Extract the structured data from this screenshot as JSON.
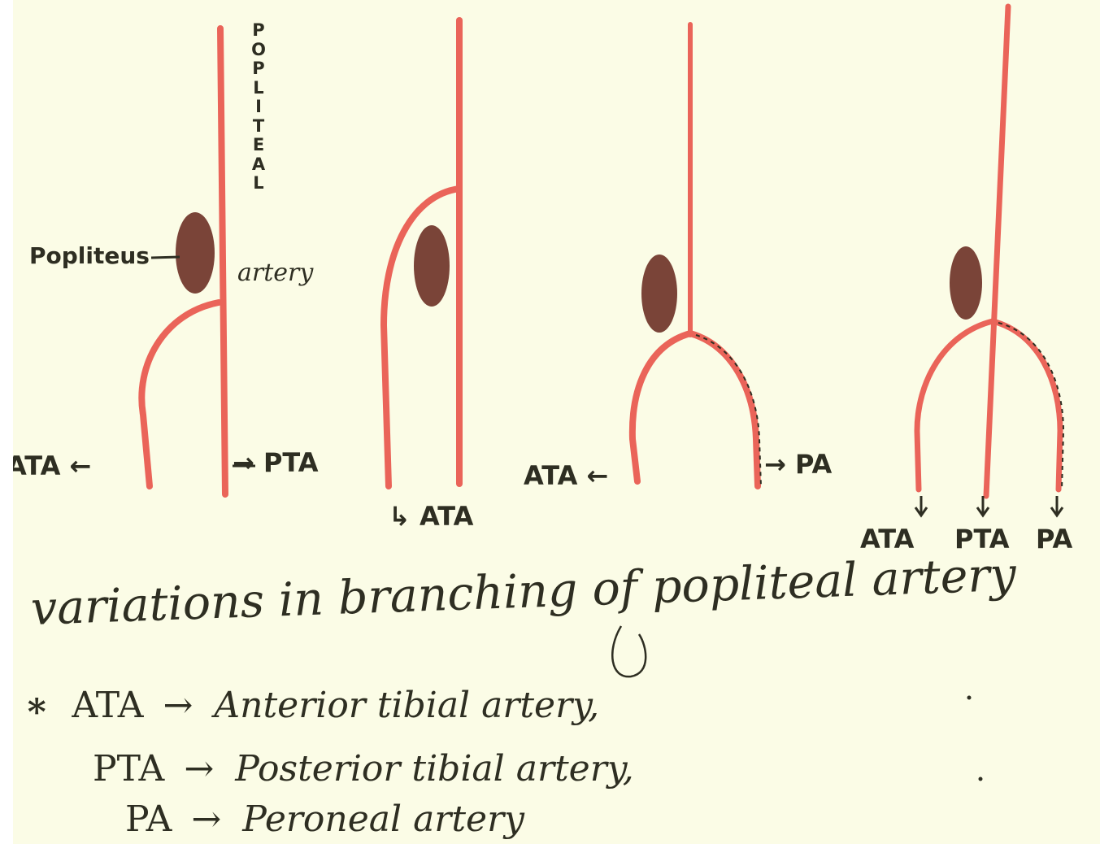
{
  "labels": {
    "popliteal_vertical": [
      "P",
      "O",
      "P",
      "L",
      "I",
      "T",
      "E",
      "A",
      "L"
    ],
    "artery_word": "artery",
    "popliteus": "Popliteus",
    "d1_ata": "ATA ←",
    "d1_pta": "→ PTA",
    "d2_ata": "↳ ATA",
    "d3_ata": "ATA ←",
    "d3_pa": "→ PA",
    "d4_ata": "ATA",
    "d4_pta": "PTA",
    "d4_pa": "PA"
  },
  "caption": "variations in branching of popliteal artery",
  "legend": [
    {
      "bullet": "∗",
      "abbr": "ATA",
      "arrow": "→",
      "meaning": "Anterior tibial artery,"
    },
    {
      "bullet": "",
      "abbr": "PTA",
      "arrow": "→",
      "meaning": "Posterior tibial artery,"
    },
    {
      "bullet": "",
      "abbr": "PA",
      "arrow": "→",
      "meaning": "Peroneal artery"
    }
  ],
  "colors": {
    "artery": "#ea6459",
    "muscle": "#7a4438",
    "ink": "#2e2e22",
    "paper": "#fbfce6"
  }
}
